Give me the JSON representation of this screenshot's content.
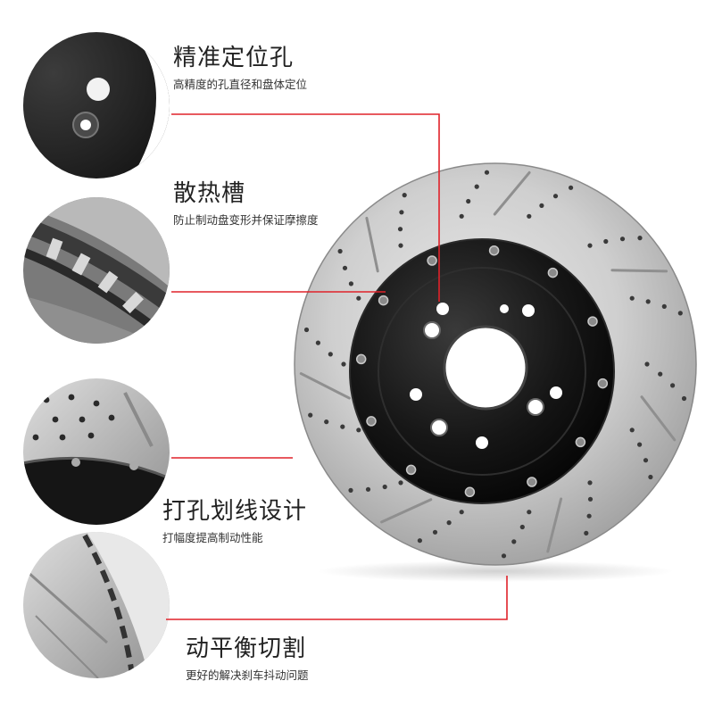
{
  "features": [
    {
      "title": "精准定位孔",
      "desc": "高精度的孔直径和盘体定位",
      "detail_icon": "locating-hole-closeup"
    },
    {
      "title": "散热槽",
      "desc": "防止制动盘变形并保证摩擦度",
      "detail_icon": "cooling-vent-closeup"
    },
    {
      "title": "打孔划线设计",
      "desc": "打幅度提高制动性能",
      "detail_icon": "drilled-slotted-closeup"
    },
    {
      "title": "动平衡切割",
      "desc": "更好的解决刹车抖动问题",
      "detail_icon": "balance-cut-closeup"
    }
  ],
  "colors": {
    "accent_line": "#e0222a",
    "rotor_metal": "#c9c9c9",
    "hat_black": "#121212",
    "background": "#ffffff"
  },
  "main_image": "drilled-slotted-brake-rotor"
}
